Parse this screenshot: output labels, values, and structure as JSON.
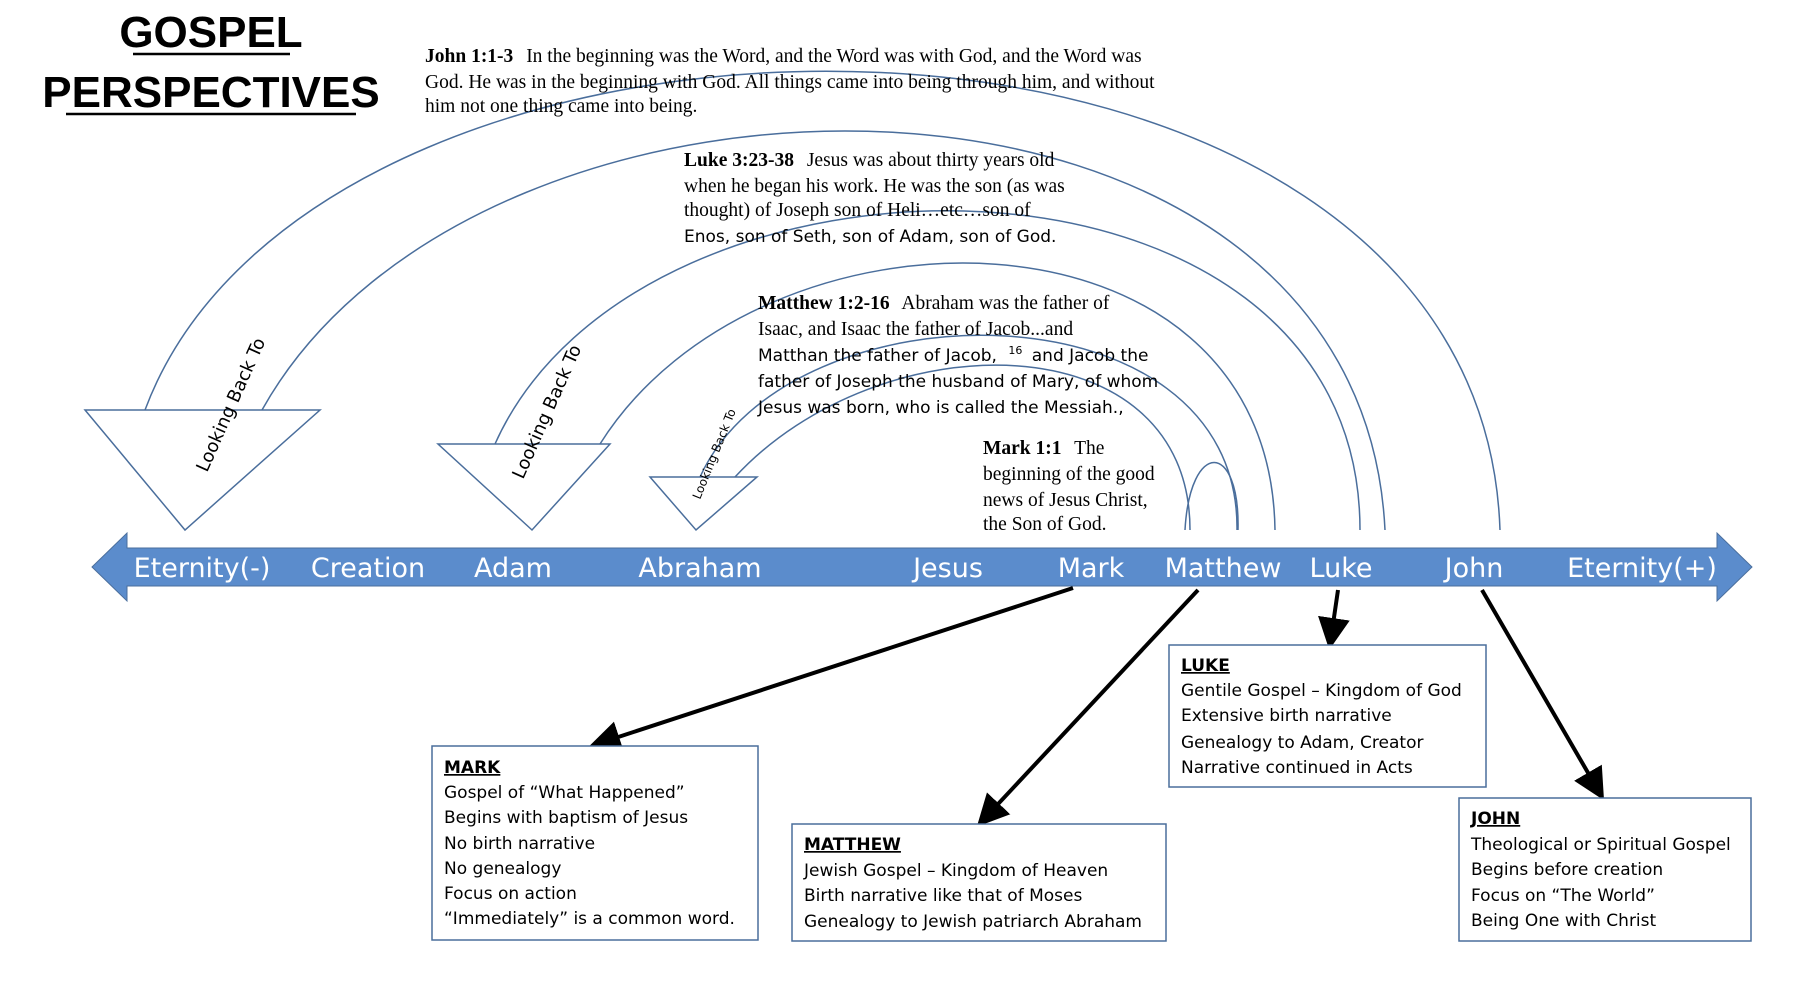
{
  "title": {
    "line1": "GOSPEL",
    "line2": "PERSPECTIVES"
  },
  "quotes": {
    "john": {
      "ref": "John 1:1-3",
      "lines": [
        "In the beginning was the Word, and the Word was with God, and the Word was",
        "God. He was in the beginning with God. All things came into being through him, and without",
        "him not one thing came into being."
      ]
    },
    "luke": {
      "ref": "Luke 3:23-38",
      "lines": [
        "Jesus was about thirty years old",
        "when he began his work. He was the son (as was",
        "thought) of Joseph son of Heli…etc…son of",
        "Enos, son of Seth, son of Adam, son of God."
      ]
    },
    "matthew": {
      "ref": "Matthew 1:2-16",
      "lines": [
        "Abraham was the father of",
        "Isaac, and Isaac the father of Jacob...and",
        "Matthan the father of Jacob,",
        "and Jacob the",
        "father of Joseph the husband of Mary, of whom",
        "Jesus was born, who is called the Messiah.,"
      ],
      "verse_number": "16"
    },
    "mark": {
      "ref": "Mark 1:1",
      "lines": [
        "The",
        "beginning of the good",
        "news of Jesus Christ,",
        "the Son of God."
      ]
    }
  },
  "looking_back_label": "Looking Back To",
  "timeline": [
    "Eternity(-)",
    "Creation",
    "Adam",
    "Abraham",
    "Jesus",
    "Mark",
    "Matthew",
    "Luke",
    "John",
    "Eternity(+)"
  ],
  "boxes": {
    "mark": {
      "heading": "MARK",
      "lines": [
        "Gospel of “What Happened”",
        "Begins with baptism of Jesus",
        "No birth narrative",
        "No genealogy",
        "Focus on action",
        "“Immediately” is a common word."
      ]
    },
    "matthew": {
      "heading": "MATTHEW",
      "lines": [
        "Jewish Gospel – Kingdom of Heaven",
        "Birth narrative like that of Moses",
        "Genealogy to Jewish patriarch Abraham"
      ]
    },
    "luke": {
      "heading": "LUKE",
      "lines": [
        "Gentile Gospel – Kingdom of God",
        "Extensive birth narrative",
        "Genealogy to Adam, Creator",
        "Narrative continued in Acts"
      ]
    },
    "john": {
      "heading": "JOHN",
      "lines": [
        "Theological or Spiritual Gospel",
        "Begins before creation",
        "Focus on “The World”",
        "Being One with Christ"
      ]
    }
  },
  "colors": {
    "timeline": "#5b8ccc",
    "outline": "#4a6e9c",
    "text": "#000000"
  }
}
